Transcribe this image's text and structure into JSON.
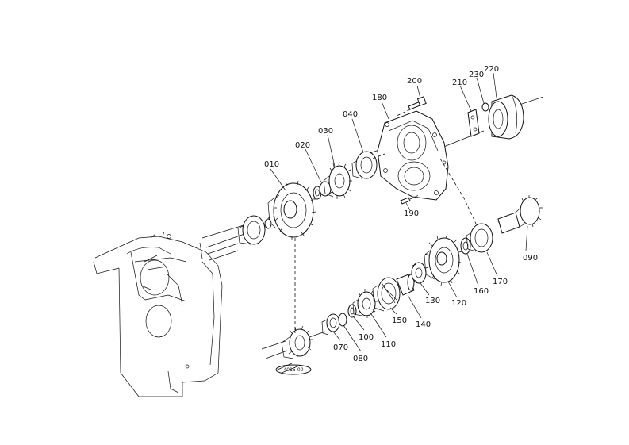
{
  "diagram": {
    "stamp": "4016-00",
    "parts": [
      {
        "id": "010",
        "label": "010"
      },
      {
        "id": "020",
        "label": "020"
      },
      {
        "id": "030",
        "label": "030"
      },
      {
        "id": "040",
        "label": "040"
      },
      {
        "id": "070",
        "label": "070"
      },
      {
        "id": "080",
        "label": "080"
      },
      {
        "id": "090",
        "label": "090"
      },
      {
        "id": "100",
        "label": "100"
      },
      {
        "id": "110",
        "label": "110"
      },
      {
        "id": "120",
        "label": "120"
      },
      {
        "id": "130",
        "label": "130"
      },
      {
        "id": "140",
        "label": "140"
      },
      {
        "id": "150",
        "label": "150"
      },
      {
        "id": "160",
        "label": "160"
      },
      {
        "id": "170",
        "label": "170"
      },
      {
        "id": "180",
        "label": "180"
      },
      {
        "id": "190",
        "label": "190"
      },
      {
        "id": "200",
        "label": "200"
      },
      {
        "id": "210",
        "label": "210"
      },
      {
        "id": "220",
        "label": "220"
      },
      {
        "id": "230",
        "label": "230"
      }
    ]
  }
}
